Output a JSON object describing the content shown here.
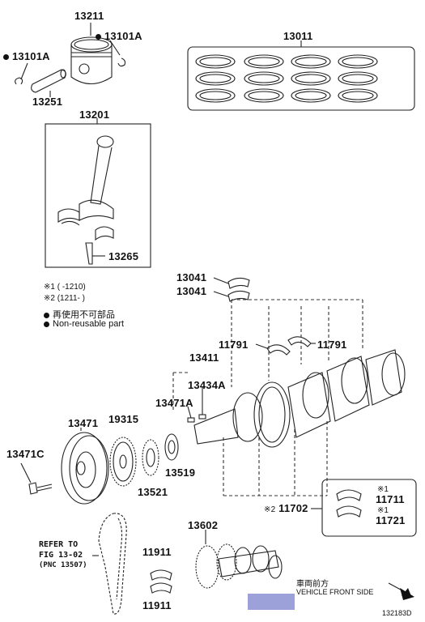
{
  "labels": {
    "piston": "13211",
    "snap_ring_right": "13101A",
    "snap_ring_left": "13101A",
    "piston_pin": "13251",
    "ring_set": "13011",
    "rod_assy": "13201",
    "rod_bolt": "13265",
    "rod_bearing_1": "13041",
    "rod_bearing_2": "13041",
    "thrust_washer_left": "11791",
    "thrust_washer_right": "11791",
    "crankshaft": "13411",
    "crank_key_1": "13434A",
    "crank_key_2": "13471A",
    "crank_pulley": "13471",
    "crank_pulley_bolt": "13471C",
    "timing_sprocket": "19315",
    "crank_gear": "13521",
    "crank_gear_2": "13519",
    "main_bearing_upper": "11711",
    "main_bearing_lower": "11721",
    "main_bearing_set": "11702",
    "camshaft": "13602",
    "cam_bearing_1": "11911",
    "cam_bearing_2": "11911"
  },
  "notes": {
    "note1": "※1 (     -1210)",
    "note2": "※2 (1211-     )",
    "non_reusable_jp": "再使用不可部品",
    "non_reusable_en": "Non-reusable part",
    "mark1_a": "※1",
    "mark1_b": "※1",
    "mark2": "※2"
  },
  "refer": {
    "line1": "REFER TO",
    "line2": "FIG 13-02",
    "line3": "(PNC 13507)"
  },
  "front": {
    "jp": "車両前方",
    "en": "VEHICLE FRONT SIDE"
  },
  "figure_id": "132183D"
}
